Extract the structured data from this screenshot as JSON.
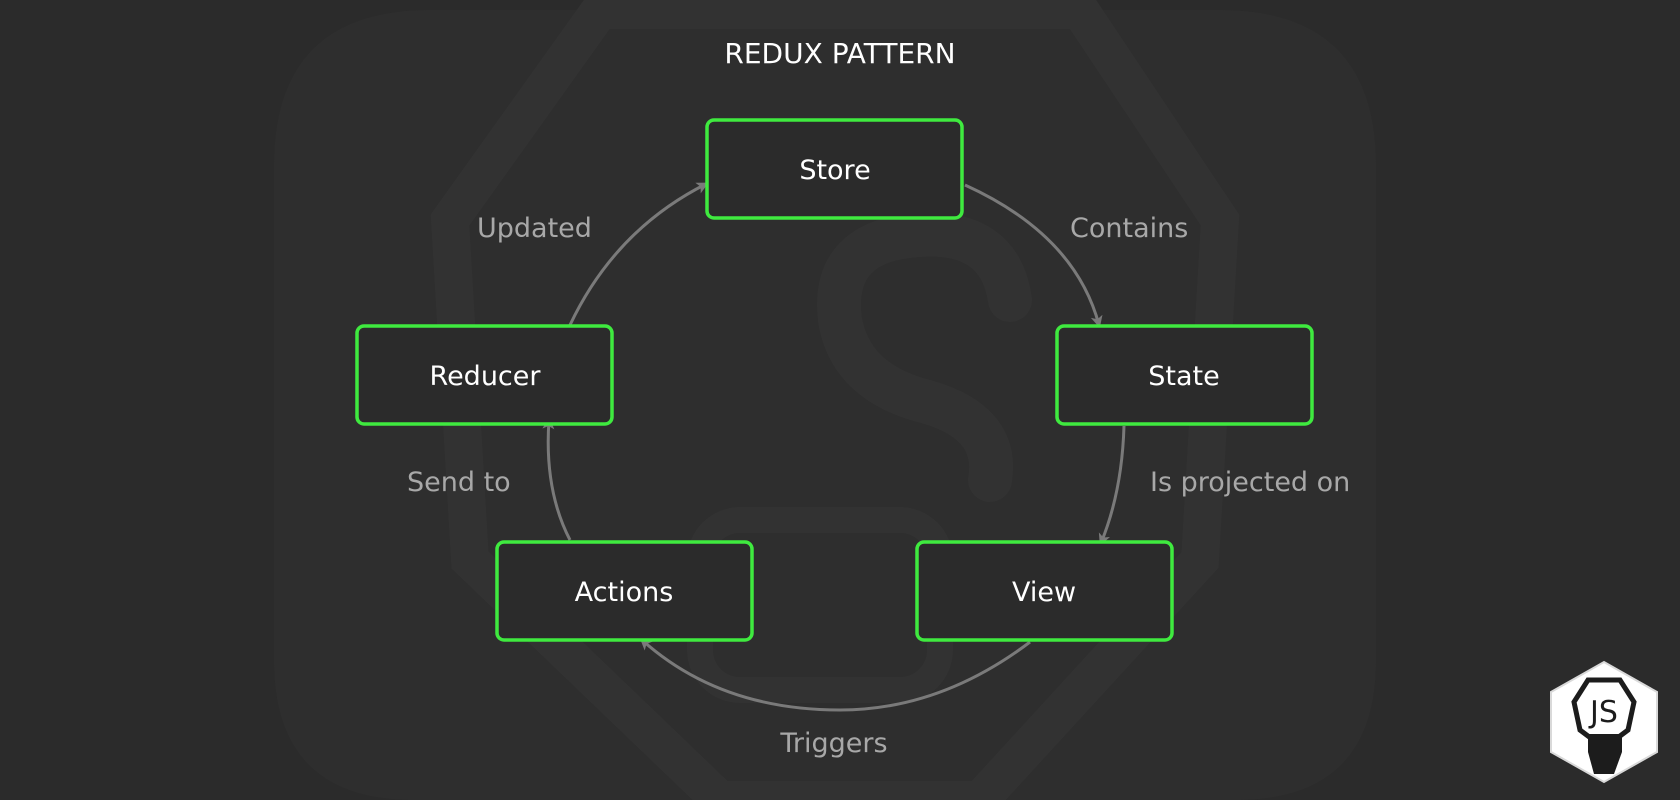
{
  "title": "REDUX PATTERN",
  "nodes": {
    "store": "Store",
    "state": "State",
    "view": "View",
    "actions": "Actions",
    "reducer": "Reducer"
  },
  "edges": {
    "contains": "Contains",
    "is_projected_on": "Is projected on",
    "triggers": "Triggers",
    "send_to": "Send to",
    "updated": "Updated"
  },
  "logo": {
    "text": "JS",
    "icon": "js-fist-logo-icon"
  },
  "colors": {
    "background": "#2b2b2b",
    "node_border": "#3fea3f",
    "edge": "#7a7a7a",
    "edge_label": "#a8a8a8",
    "watermark": "#323232"
  }
}
